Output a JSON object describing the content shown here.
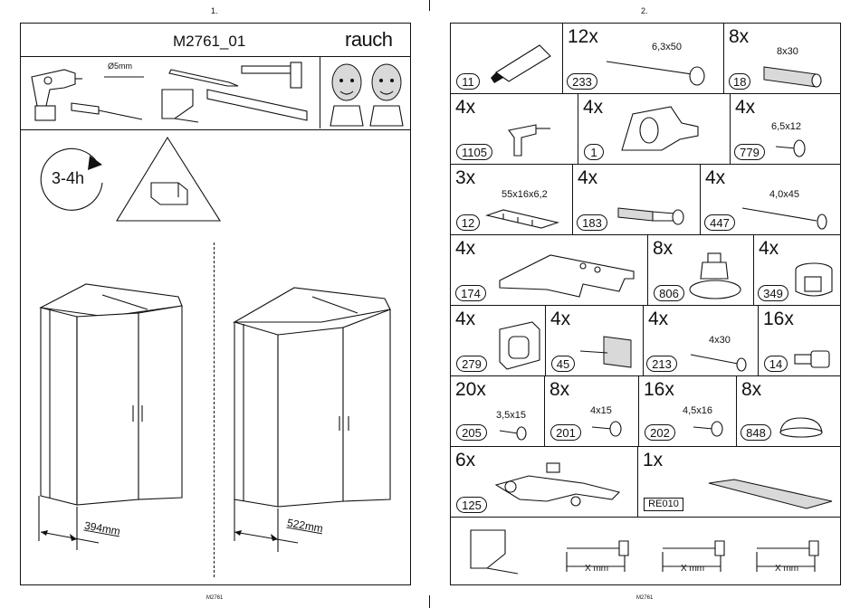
{
  "pages": {
    "left_number": "1.",
    "right_number": "2.",
    "footer_left": "M2761",
    "footer_right": "M2761"
  },
  "header": {
    "model": "M2761_01",
    "brand": "rauch"
  },
  "tools": {
    "drill_bit": "Ø5mm"
  },
  "intro": {
    "time": "3-4h"
  },
  "cabinets": {
    "left_dimension": "394mm",
    "right_dimension": "522mm"
  },
  "parts": [
    {
      "id": "p11",
      "qty": "",
      "code": "11",
      "spec": ""
    },
    {
      "id": "p233",
      "qty": "12x",
      "code": "233",
      "spec": "6,3x50"
    },
    {
      "id": "p18",
      "qty": "8x",
      "code": "18",
      "spec": "8x30"
    },
    {
      "id": "p1105",
      "qty": "4x",
      "code": "1105",
      "spec": ""
    },
    {
      "id": "p1",
      "qty": "4x",
      "code": "1",
      "spec": ""
    },
    {
      "id": "p779",
      "qty": "4x",
      "code": "779",
      "spec": "6,5x12"
    },
    {
      "id": "p12",
      "qty": "3x",
      "code": "12",
      "spec": "55x16x6,2"
    },
    {
      "id": "p183",
      "qty": "4x",
      "code": "183",
      "spec": ""
    },
    {
      "id": "p447",
      "qty": "4x",
      "code": "447",
      "spec": "4,0x45"
    },
    {
      "id": "p174",
      "qty": "4x",
      "code": "174",
      "spec": ""
    },
    {
      "id": "p806",
      "qty": "8x",
      "code": "806",
      "spec": ""
    },
    {
      "id": "p349",
      "qty": "4x",
      "code": "349",
      "spec": ""
    },
    {
      "id": "p279",
      "qty": "4x",
      "code": "279",
      "spec": ""
    },
    {
      "id": "p45",
      "qty": "4x",
      "code": "45",
      "spec": ""
    },
    {
      "id": "p213",
      "qty": "4x",
      "code": "213",
      "spec": "4x30"
    },
    {
      "id": "p14",
      "qty": "16x",
      "code": "14",
      "spec": ""
    },
    {
      "id": "p205",
      "qty": "20x",
      "code": "205",
      "spec": "3,5x15"
    },
    {
      "id": "p201",
      "qty": "8x",
      "code": "201",
      "spec": "4x15"
    },
    {
      "id": "p202",
      "qty": "16x",
      "code": "202",
      "spec": "4,5x16"
    },
    {
      "id": "p848",
      "qty": "8x",
      "code": "848",
      "spec": ""
    },
    {
      "id": "p125",
      "qty": "6x",
      "code": "125",
      "spec": ""
    },
    {
      "id": "pRE010",
      "qty": "1x",
      "code": "RE010",
      "spec": ""
    }
  ],
  "screw_guide": {
    "label_1": "X mm",
    "label_2": "X mm",
    "label_3": "X mm"
  }
}
